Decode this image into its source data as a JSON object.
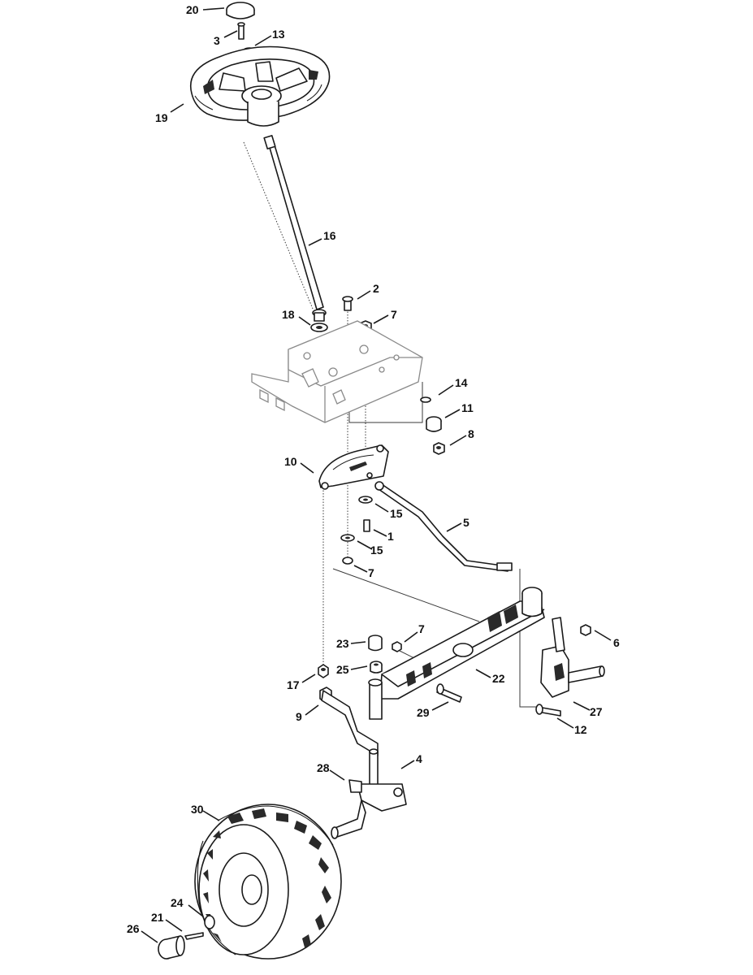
{
  "callouts": [
    {
      "label": "20"
    },
    {
      "label": "3"
    },
    {
      "label": "13"
    },
    {
      "label": "19"
    },
    {
      "label": "16"
    },
    {
      "label": "2"
    },
    {
      "label": "18"
    },
    {
      "label": "7"
    },
    {
      "label": "14"
    },
    {
      "label": "11"
    },
    {
      "label": "8"
    },
    {
      "label": "10"
    },
    {
      "label": "15"
    },
    {
      "label": "5"
    },
    {
      "label": "1"
    },
    {
      "label": "15"
    },
    {
      "label": "7"
    },
    {
      "label": "23"
    },
    {
      "label": "7"
    },
    {
      "label": "6"
    },
    {
      "label": "25"
    },
    {
      "label": "22"
    },
    {
      "label": "17"
    },
    {
      "label": "27"
    },
    {
      "label": "29"
    },
    {
      "label": "9"
    },
    {
      "label": "12"
    },
    {
      "label": "4"
    },
    {
      "label": "28"
    },
    {
      "label": "30"
    },
    {
      "label": "24"
    },
    {
      "label": "21"
    },
    {
      "label": "26"
    }
  ]
}
